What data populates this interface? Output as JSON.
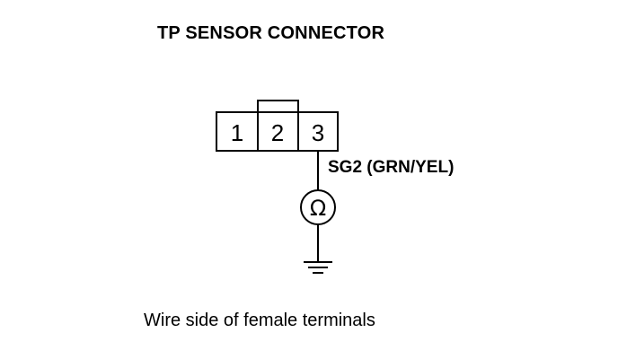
{
  "title": "TP SENSOR CONNECTOR",
  "connector": {
    "terminals": [
      "1",
      "2",
      "3"
    ]
  },
  "wire_label": "SG2 (GRN/YEL)",
  "meter_symbol": "Ω",
  "caption": "Wire side of female terminals"
}
